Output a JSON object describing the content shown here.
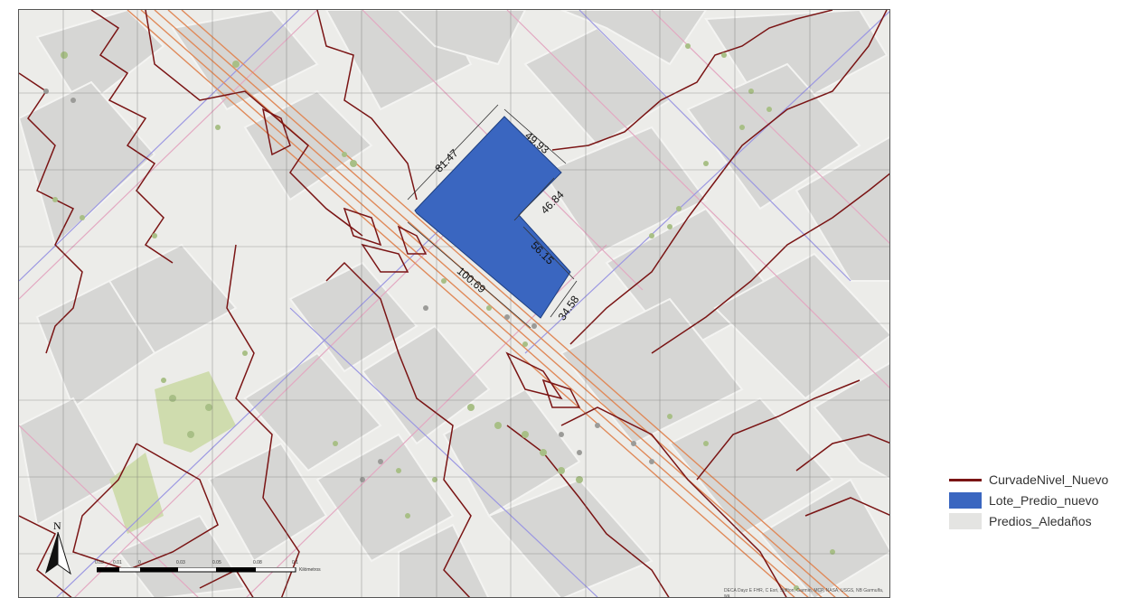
{
  "map": {
    "measurements": [
      "81.47",
      "49.93",
      "46.84",
      "56.15",
      "100.69",
      "34.58"
    ],
    "scale_labels": [
      "0.03",
      "0.01",
      "0",
      "0.03",
      "0.05",
      "0.08",
      "0.1"
    ],
    "scale_unit": "Kilómetros",
    "north_label": "N",
    "attribution": "DECA Dayz E FHR, C Esri, Stiffton, Garmin, MCP, NASA, USGS, NB Garmulfa, wa"
  },
  "legend": {
    "items": [
      {
        "label": "CurvadeNivel_Nuevo",
        "kind": "line",
        "color": "#7a1414"
      },
      {
        "label": "Lote_Predio_nuevo",
        "kind": "fill",
        "color": "#3a66c0"
      },
      {
        "label": "Predios_Aledaños",
        "kind": "fill",
        "color": "#e4e4e2"
      }
    ]
  },
  "colors": {
    "lot_fill": "#3a66c0",
    "contour": "#7a1414",
    "road_orange": "#e08a5a",
    "road_pink": "#e3a9c2",
    "road_violet": "#9c98e2",
    "building": "#d3d3d1",
    "tree": "#a8bf86"
  }
}
